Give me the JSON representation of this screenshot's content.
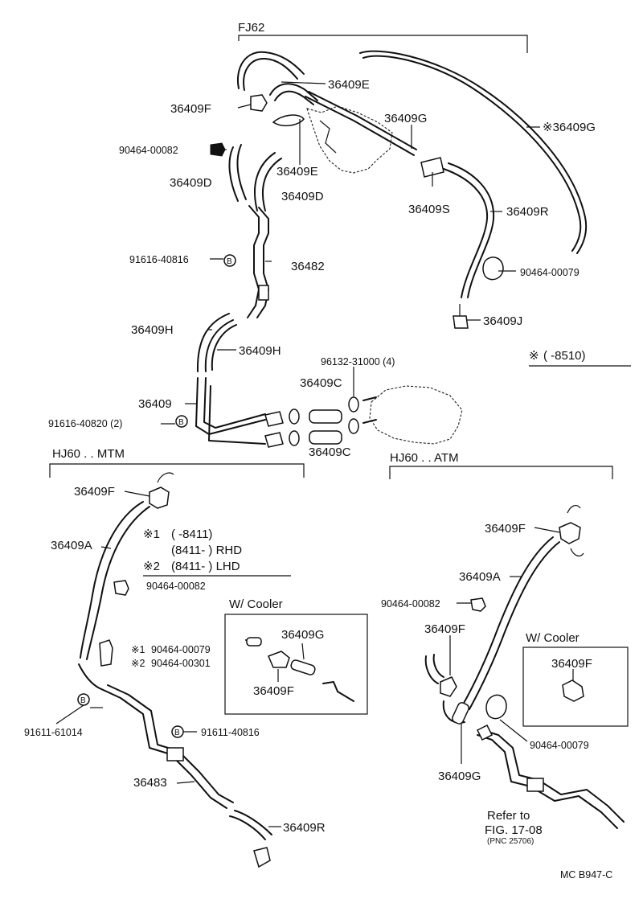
{
  "sections": {
    "fj62": "FJ62",
    "hj60_mtm": "HJ60 . . MTM",
    "hj60_atm": "HJ60 . . ATM",
    "w_cooler_1": "W/ Cooler",
    "w_cooler_2": "W/ Cooler"
  },
  "labels": {
    "p36409E_1": "36409E",
    "p36409F_1": "36409F",
    "p36409G_1": "36409G",
    "p36409G_star": "※36409G",
    "p90464_00082_1": "90464-00082",
    "p36409E_2": "36409E",
    "p36409D_1": "36409D",
    "p36409D_2": "36409D",
    "p36409S": "36409S",
    "p36409R_1": "36409R",
    "p91616_40816": "91616-40816",
    "p36482": "36482",
    "p90464_00079_1": "90464-00079",
    "p36409J": "36409J",
    "p36409H_1": "36409H",
    "p36409H_2": "36409H",
    "p96132_31000": "96132-31000 (4)",
    "p36409C_1": "36409C",
    "p36409": "36409",
    "p91616_40820": "91616-40820 (2)",
    "p36409C_2": "36409C",
    "p36409F_mtm": "36409F",
    "p36409A_mtm": "36409A",
    "p90464_00082_mtm": "90464-00082",
    "p90464_00079_n1": "90464-00079",
    "p90464_00301_n2": "90464-00301",
    "p36409G_cool": "36409G",
    "p36409F_cool": "36409F",
    "p91611_61014": "91611-61014",
    "p91611_40816": "91611-40816",
    "p36483": "36483",
    "p36409R_mtm": "36409R",
    "p36409F_atm_1": "36409F",
    "p36409A_atm": "36409A",
    "p90464_00082_atm": "90464-00082",
    "p36409F_atm_2": "36409F",
    "p36409F_atm_cool": "36409F",
    "p90464_00079_atm": "90464-00079",
    "p36409G_atm": "36409G"
  },
  "markers": {
    "star": "※",
    "star1": "※1",
    "star2": "※2",
    "b": "B"
  },
  "notes": {
    "range_8510": "(       -8510)",
    "n1_line": "(       -8411)",
    "n1_rhd": "(8411-         ) RHD",
    "n2_lhd": "(8411-         ) LHD",
    "refer_to": "Refer to",
    "fig": "FIG. 17-08",
    "pnc": "(PNC 25706)",
    "code": "MC  B947-C"
  }
}
